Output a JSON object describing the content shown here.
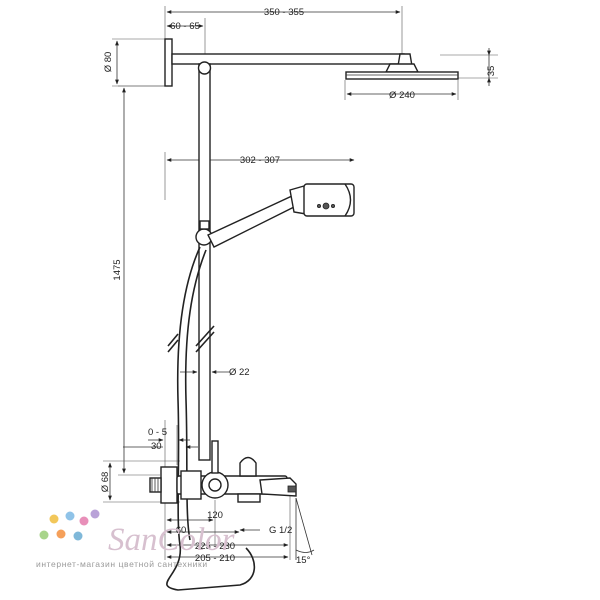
{
  "dimensions": {
    "top_width": "350 - 355",
    "arm_offset": "60 - 65",
    "wall_flange": "Ø 80",
    "head_height": "35",
    "head_diameter": "Ø 240",
    "hand_shower_reach": "302 - 307",
    "total_height": "1475",
    "rail_diameter": "Ø 22",
    "wall_gap": "0 - 5",
    "wall_offset": "30",
    "mixer_diameter": "Ø 68",
    "mixer_offset": "60",
    "mixer_depth": "120",
    "spout_depth_1": "225 - 230",
    "spout_depth_2": "205 - 210",
    "thread": "G 1/2",
    "spout_angle": "15°"
  },
  "watermark": {
    "name": "SanColor",
    "tagline": "интернет-магазин цветной сантехники",
    "dot_colors": [
      "#f2c75a",
      "#8fc3e8",
      "#e88fb9",
      "#b9a2d8",
      "#a8d48a",
      "#f5a05a",
      "#7fb8d9"
    ]
  }
}
